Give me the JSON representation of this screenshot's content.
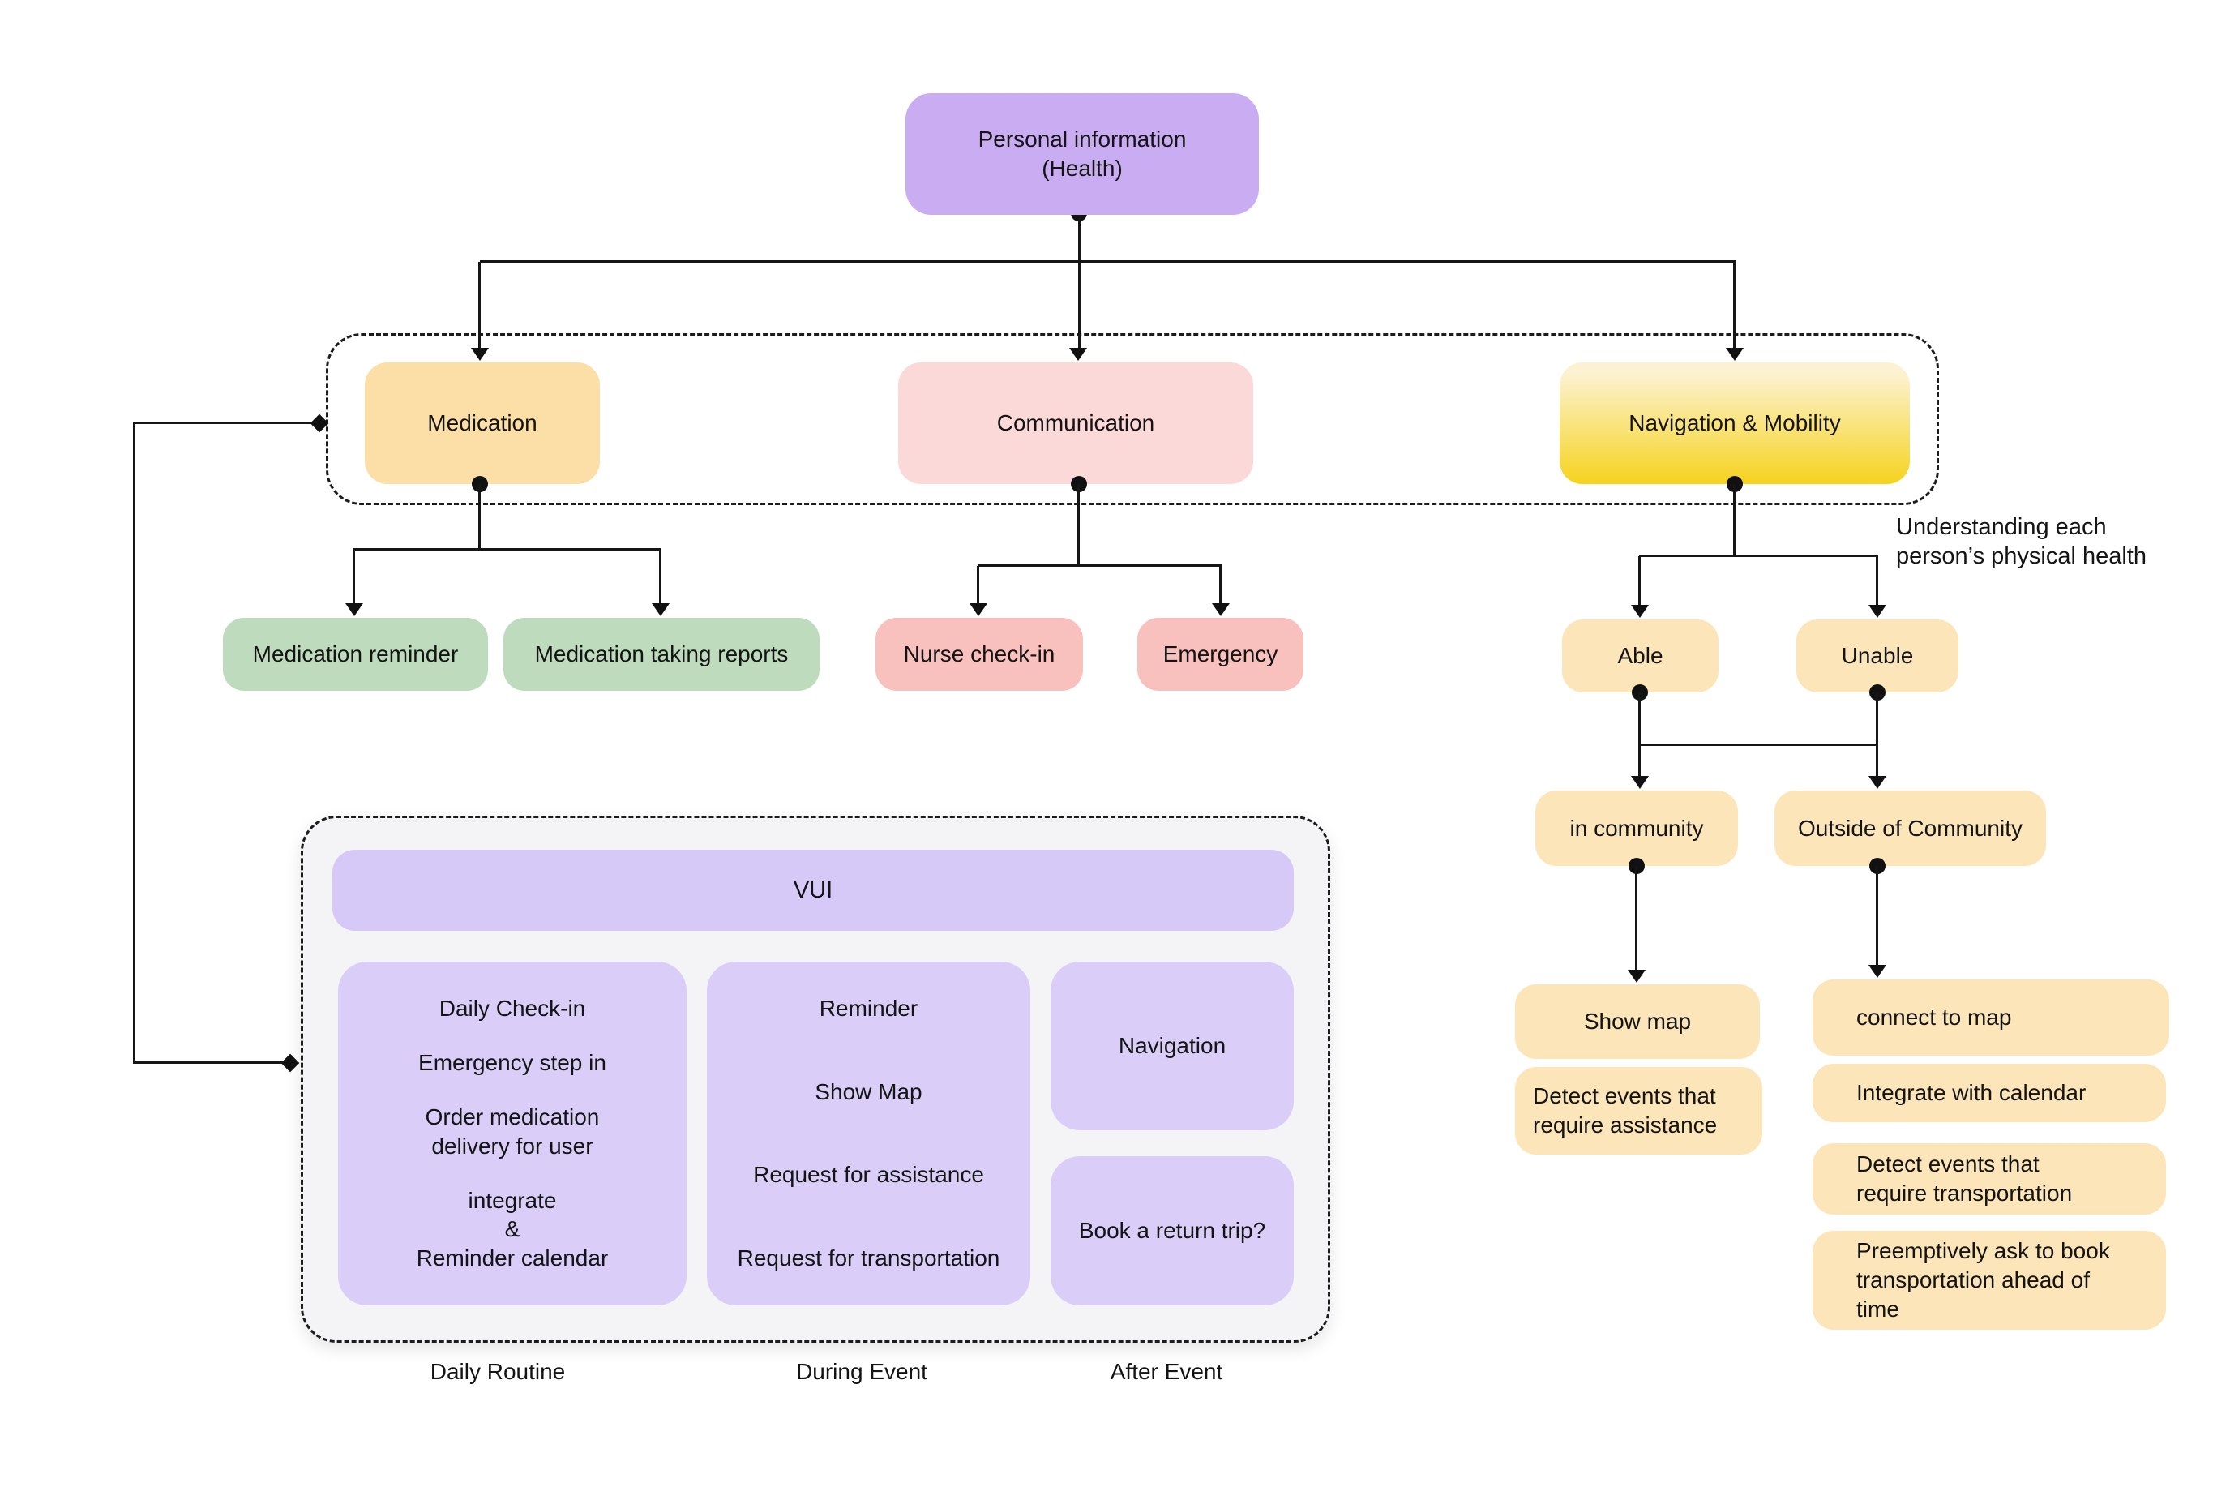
{
  "palette": {
    "purple": "#C9ACF2",
    "orange": "#FBDFA6",
    "pink": "#FBD9D8",
    "nav_gradient_top": "#FCF2D3",
    "nav_gradient_bottom": "#F6D31E",
    "green": "#BEDCBD",
    "salmon": "#F9C1BE",
    "peach": "#FCE5B9",
    "lavender_bar": "#D6C9F7",
    "lavender_box": "#DACEF9",
    "container_gray": "#F4F3F5",
    "line": "#161616"
  },
  "root": {
    "label": "Personal information\n(Health)"
  },
  "level1": {
    "medication": "Medication",
    "communication": "Communication",
    "navigation": "Navigation & Mobility"
  },
  "level2": {
    "med_reminder": "Medication reminder",
    "med_reports": "Medication taking reports",
    "nurse": "Nurse check-in",
    "emergency": "Emergency",
    "able": "Able",
    "unable": "Unable"
  },
  "annotation": "Understanding each\nperson’s physical health",
  "mobility": {
    "in_community": "in community",
    "outside": "Outside of Community",
    "show_map": "Show map",
    "detect_assist": "Detect events that\nrequire assistance",
    "connect_map": "connect to map",
    "integrate": "Integrate with calendar",
    "detect_transport": "Detect events that\nrequire transportation",
    "preemptive": "Preemptively ask to book\ntransportation ahead of\ntime"
  },
  "vui": {
    "title": "VUI",
    "daily": [
      "Daily Check-in",
      "Emergency step in",
      "Order medication\ndelivery for user",
      "integrate\n&\nReminder calendar"
    ],
    "during": [
      "Reminder",
      "Show Map",
      "Request for assistance",
      "Request for transportation"
    ],
    "after": [
      "Navigation",
      "Book a return trip?"
    ],
    "footers": [
      "Daily Routine",
      "During Event",
      "After Event"
    ]
  }
}
